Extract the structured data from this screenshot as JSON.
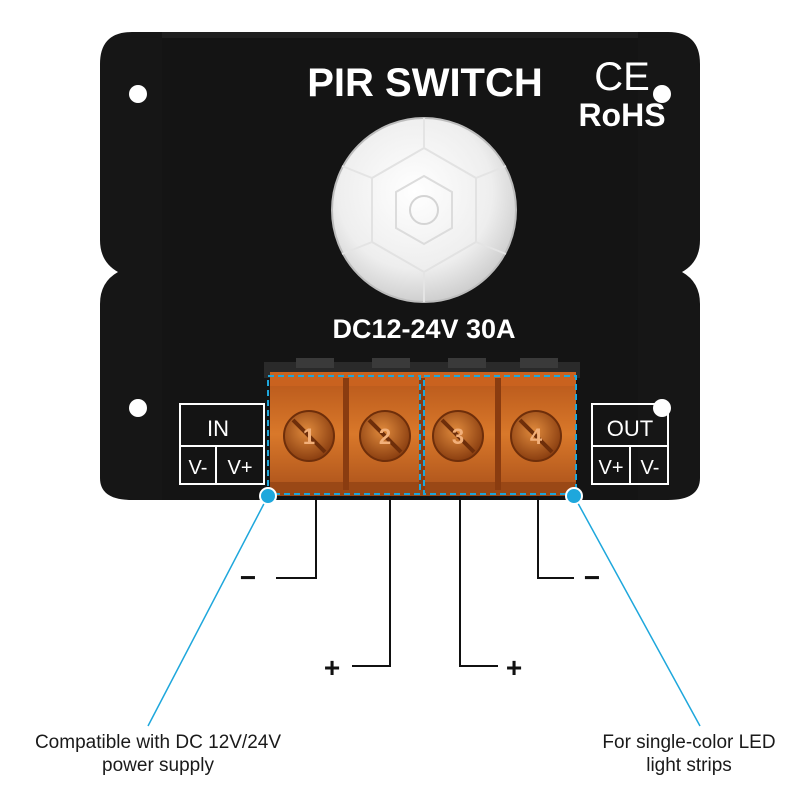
{
  "product": {
    "title": "PIR SWITCH",
    "ce_mark": "CE",
    "rohs_mark": "RoHS",
    "rating": "DC12-24V 30A",
    "body_color": "#141414",
    "terminal_color": "#c8641c",
    "accent_color": "#1ea7dc"
  },
  "terminals": {
    "in_label": "IN",
    "in_neg": "V-",
    "in_pos": "V+",
    "out_label": "OUT",
    "out_pos": "V+",
    "out_neg": "V-",
    "numbers": [
      "1",
      "2",
      "3",
      "4"
    ]
  },
  "wires": {
    "in_neg": "−",
    "in_pos": "+",
    "out_pos": "+",
    "out_neg": "−"
  },
  "callouts": {
    "left_line1": "Compatible with DC 12V/24V",
    "left_line2": "power supply",
    "right_line1": "For single-color LED",
    "right_line2": "light strips"
  }
}
